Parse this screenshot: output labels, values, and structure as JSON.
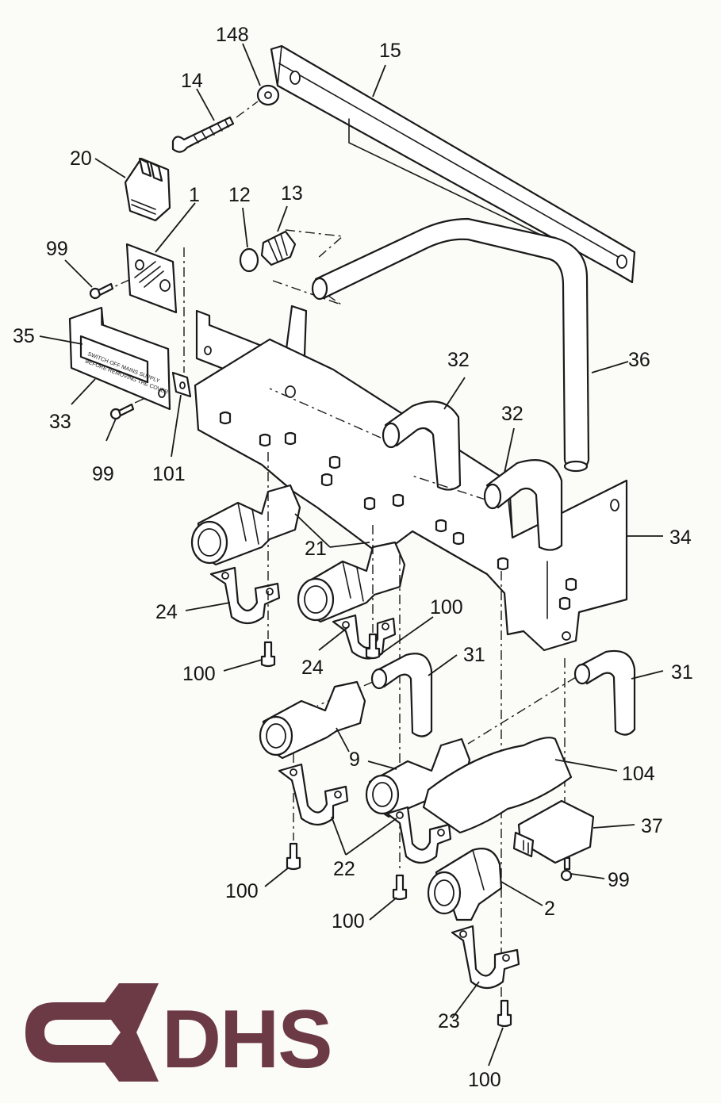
{
  "diagram": {
    "callouts": [
      {
        "id": "c148",
        "text": "148"
      },
      {
        "id": "c15",
        "text": "15"
      },
      {
        "id": "c14",
        "text": "14"
      },
      {
        "id": "c20",
        "text": "20"
      },
      {
        "id": "c1",
        "text": "1"
      },
      {
        "id": "c12",
        "text": "12"
      },
      {
        "id": "c13",
        "text": "13"
      },
      {
        "id": "c99a",
        "text": "99"
      },
      {
        "id": "c35",
        "text": "35"
      },
      {
        "id": "c33",
        "text": "33"
      },
      {
        "id": "c99b",
        "text": "99"
      },
      {
        "id": "c101",
        "text": "101"
      },
      {
        "id": "c36",
        "text": "36"
      },
      {
        "id": "c32a",
        "text": "32"
      },
      {
        "id": "c32b",
        "text": "32"
      },
      {
        "id": "c34",
        "text": "34"
      },
      {
        "id": "c21",
        "text": "21"
      },
      {
        "id": "c24a",
        "text": "24"
      },
      {
        "id": "c100a",
        "text": "100"
      },
      {
        "id": "c100b",
        "text": "100"
      },
      {
        "id": "c24b",
        "text": "24"
      },
      {
        "id": "c31a",
        "text": "31"
      },
      {
        "id": "c31b",
        "text": "31"
      },
      {
        "id": "c9",
        "text": "9"
      },
      {
        "id": "c104",
        "text": "104"
      },
      {
        "id": "c37",
        "text": "37"
      },
      {
        "id": "c22",
        "text": "22"
      },
      {
        "id": "c100c",
        "text": "100"
      },
      {
        "id": "c99c",
        "text": "99"
      },
      {
        "id": "c100d",
        "text": "100"
      },
      {
        "id": "c2",
        "text": "2"
      },
      {
        "id": "c23",
        "text": "23"
      },
      {
        "id": "c100e",
        "text": "100"
      }
    ],
    "panel_label_lines": [
      "SWITCH OFF MAINS SUPPLY",
      "BEFORE REMOVING THE COVER"
    ]
  },
  "logo": {
    "text": "DHS",
    "color": "#6b3a45"
  }
}
